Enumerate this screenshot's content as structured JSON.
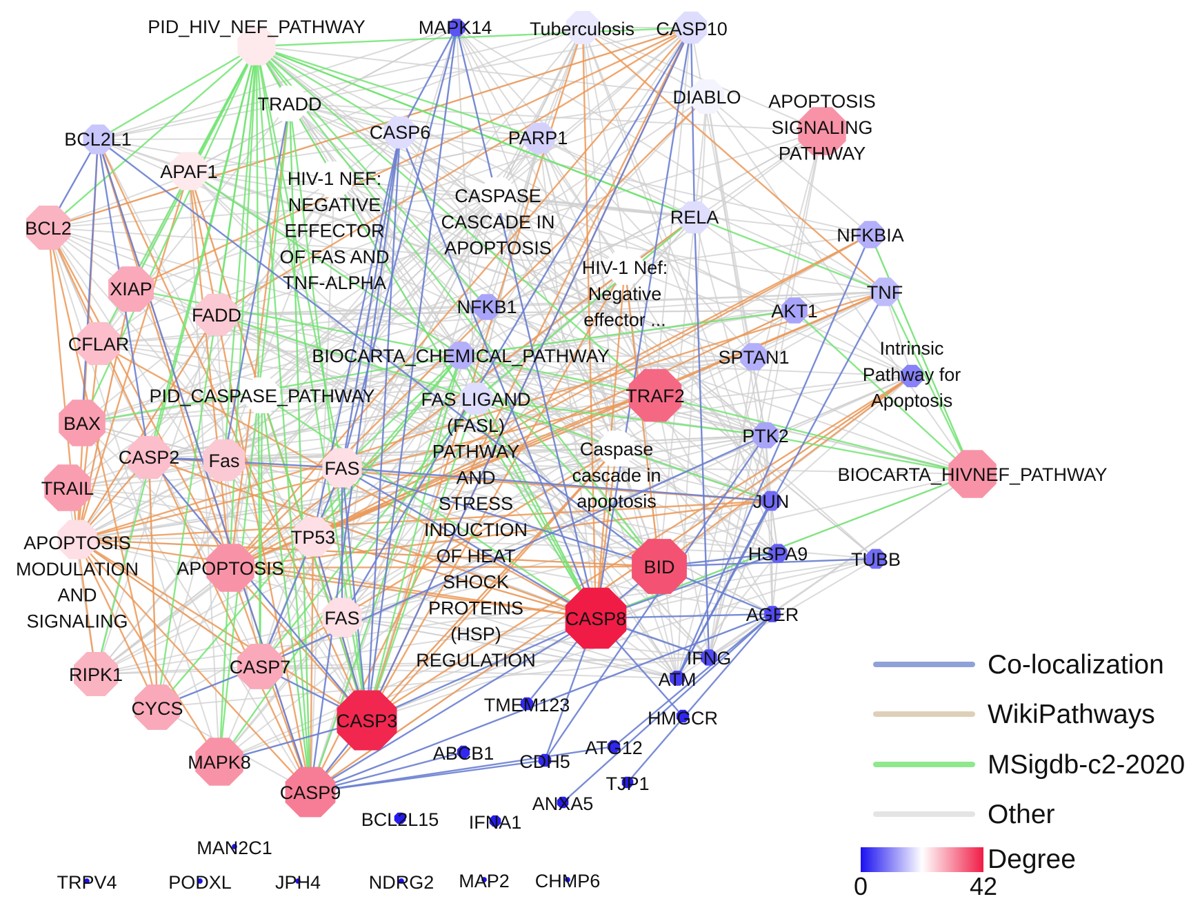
{
  "nodes": [
    {
      "id": "pid_hiv_nef",
      "label": [
        "PID_HIV_NEF_PATHWAY"
      ],
      "degree": 23
    },
    {
      "id": "mapk14",
      "label": [
        "MAPK14"
      ],
      "degree": 6
    },
    {
      "id": "tuberculosis",
      "label": [
        "Tuberculosis"
      ],
      "degree": 19
    },
    {
      "id": "casp10",
      "label": [
        "CASP10"
      ],
      "degree": 18
    },
    {
      "id": "tradd",
      "label": [
        "TRADD"
      ],
      "degree": 21
    },
    {
      "id": "casp6",
      "label": [
        "CASP6"
      ],
      "degree": 18
    },
    {
      "id": "parp1",
      "label": [
        "PARP1"
      ],
      "degree": 17
    },
    {
      "id": "diablo",
      "label": [
        "DIABLO"
      ],
      "degree": 20
    },
    {
      "id": "apoptosis_signaling",
      "label": [
        "APOPTOSIS",
        "SIGNALING",
        "PATHWAY"
      ],
      "degree": 31
    },
    {
      "id": "bcl2l1",
      "label": [
        "BCL2L1"
      ],
      "degree": 16
    },
    {
      "id": "apaf1",
      "label": [
        "APAF1"
      ],
      "degree": 23
    },
    {
      "id": "hiv1_nef_upper",
      "label": [
        "HIV-1 NEF:",
        "NEGATIVE",
        "EFFECTOR",
        "OF FAS AND",
        "TNF-ALPHA"
      ],
      "degree": 21
    },
    {
      "id": "caspase_cascade_upper",
      "label": [
        "CASPASE",
        "CASCADE IN",
        "APOPTOSIS"
      ],
      "degree": 21
    },
    {
      "id": "rela",
      "label": [
        "RELA"
      ],
      "degree": 18
    },
    {
      "id": "nfkbia",
      "label": [
        "NFKBIA"
      ],
      "degree": 14
    },
    {
      "id": "bcl2",
      "label": [
        "BCL2"
      ],
      "degree": 28
    },
    {
      "id": "hiv1_nef_lower",
      "label": [
        "HIV-1 Nef:",
        "Negative",
        "effector ..."
      ],
      "degree": 21
    },
    {
      "id": "xiap",
      "label": [
        "XIAP"
      ],
      "degree": 29
    },
    {
      "id": "fadd",
      "label": [
        "FADD"
      ],
      "degree": 26
    },
    {
      "id": "nfkb1",
      "label": [
        "NFKB1"
      ],
      "degree": 13
    },
    {
      "id": "akt1",
      "label": [
        "AKT1"
      ],
      "degree": 13
    },
    {
      "id": "tnf",
      "label": [
        "TNF"
      ],
      "degree": 15
    },
    {
      "id": "cflar",
      "label": [
        "CFLAR"
      ],
      "degree": 27
    },
    {
      "id": "biocarta_chemical",
      "label": [
        "BIOCARTA_CHEMICAL_PATHWAY"
      ],
      "degree": 14
    },
    {
      "id": "sptan1",
      "label": [
        "SPTAN1"
      ],
      "degree": 14
    },
    {
      "id": "intrinsic",
      "label": [
        "Intrinsic",
        "Pathway for",
        "Apoptosis"
      ],
      "degree": 10
    },
    {
      "id": "pid_caspase",
      "label": [
        "PID_CASPASE_PATHWAY"
      ],
      "degree": 21
    },
    {
      "id": "fas_ligand",
      "label": [
        "FAS LIGAND",
        "(FASL)",
        "PATHWAY",
        "AND",
        "STRESS",
        "INDUCTION",
        "OF HEAT",
        "SHOCK",
        "PROTEINS",
        "(HSP)",
        "REGULATION"
      ],
      "degree": 18
    },
    {
      "id": "traf2",
      "label": [
        "TRAF2"
      ],
      "degree": 35
    },
    {
      "id": "bax",
      "label": [
        "BAX"
      ],
      "degree": 30
    },
    {
      "id": "casp2",
      "label": [
        "CASP2"
      ],
      "degree": 27
    },
    {
      "id": "fas_lower",
      "label": [
        "Fas"
      ],
      "degree": 26
    },
    {
      "id": "fas_a",
      "label": [
        "FAS"
      ],
      "degree": 24
    },
    {
      "id": "caspase_cascade_lower",
      "label": [
        "Caspase",
        "cascade in",
        "apoptosis"
      ],
      "degree": 21
    },
    {
      "id": "ptk2",
      "label": [
        "PTK2"
      ],
      "degree": 13
    },
    {
      "id": "biocarta_hivnef",
      "label": [
        "BIOCARTA_HIVNEF_PATHWAY"
      ],
      "degree": 31
    },
    {
      "id": "trail",
      "label": [
        "TRAIL"
      ],
      "degree": 30
    },
    {
      "id": "jun",
      "label": [
        "JUN"
      ],
      "degree": 8
    },
    {
      "id": "tp53",
      "label": [
        "TP53"
      ],
      "degree": 24
    },
    {
      "id": "apoptosis_modulation",
      "label": [
        "APOPTOSIS",
        "MODULATION",
        "AND",
        "SIGNALING"
      ],
      "degree": 24
    },
    {
      "id": "apoptosis",
      "label": [
        "APOPTOSIS"
      ],
      "degree": 31
    },
    {
      "id": "bid",
      "label": [
        "BID"
      ],
      "degree": 37
    },
    {
      "id": "hspa9",
      "label": [
        "HSPA9"
      ],
      "degree": 7
    },
    {
      "id": "tubb",
      "label": [
        "TUBB"
      ],
      "degree": 8
    },
    {
      "id": "fas_b",
      "label": [
        "FAS"
      ],
      "degree": 24
    },
    {
      "id": "casp8",
      "label": [
        "CASP8"
      ],
      "degree": 42
    },
    {
      "id": "ager",
      "label": [
        "AGER"
      ],
      "degree": 5
    },
    {
      "id": "ifng",
      "label": [
        "IFNG"
      ],
      "degree": 5
    },
    {
      "id": "ripk1",
      "label": [
        "RIPK1"
      ],
      "degree": 28
    },
    {
      "id": "casp7",
      "label": [
        "CASP7"
      ],
      "degree": 29
    },
    {
      "id": "atm",
      "label": [
        "ATM"
      ],
      "degree": 4
    },
    {
      "id": "cycs",
      "label": [
        "CYCS"
      ],
      "degree": 29
    },
    {
      "id": "tmem123",
      "label": [
        "TMEM123"
      ],
      "degree": 2
    },
    {
      "id": "hmgcr",
      "label": [
        "HMGCR"
      ],
      "degree": 2
    },
    {
      "id": "casp3",
      "label": [
        "CASP3"
      ],
      "degree": 41
    },
    {
      "id": "atg12",
      "label": [
        "ATG12"
      ],
      "degree": 2
    },
    {
      "id": "abcb1",
      "label": [
        "ABCB1"
      ],
      "degree": 2
    },
    {
      "id": "cdh5",
      "label": [
        "CDH5"
      ],
      "degree": 2
    },
    {
      "id": "mapk8",
      "label": [
        "MAPK8"
      ],
      "degree": 31
    },
    {
      "id": "tjp1",
      "label": [
        "TJP1"
      ],
      "degree": 1
    },
    {
      "id": "casp9",
      "label": [
        "CASP9"
      ],
      "degree": 33
    },
    {
      "id": "anxa5",
      "label": [
        "ANXA5"
      ],
      "degree": 1
    },
    {
      "id": "bcl2l15",
      "label": [
        "BCL2L15"
      ],
      "degree": 1
    },
    {
      "id": "ifna1",
      "label": [
        "IFNA1"
      ],
      "degree": 1
    },
    {
      "id": "man2c1",
      "label": [
        "MAN2C1"
      ],
      "degree": 0
    },
    {
      "id": "trpv4",
      "label": [
        "TRPV4"
      ],
      "degree": 0
    },
    {
      "id": "podxl",
      "label": [
        "PODXL"
      ],
      "degree": 0
    },
    {
      "id": "jph4",
      "label": [
        "JPH4"
      ],
      "degree": 0
    },
    {
      "id": "ndrg2",
      "label": [
        "NDRG2"
      ],
      "degree": 0
    },
    {
      "id": "map2",
      "label": [
        "MAP2"
      ],
      "degree": 0
    },
    {
      "id": "chmp6",
      "label": [
        "CHMP6"
      ],
      "degree": 0
    }
  ],
  "edge_types": [
    {
      "key": "colocalization",
      "label": "Co-localization",
      "color": "#8fa2d8"
    },
    {
      "key": "wikipathways",
      "label": "WikiPathways",
      "color": "#ded0b8"
    },
    {
      "key": "msigdb",
      "label": "MSigdb-c2-2020",
      "color": "#8ee88e"
    },
    {
      "key": "other",
      "label": "Other",
      "color": "#e4e4e4"
    }
  ],
  "edge_render_colors": {
    "colocalization": "#6a80d2",
    "wikipathways": "#ec9856",
    "msigdb": "#72e472",
    "other": "#cfcfcf"
  },
  "degree_scale": {
    "title": "Degree",
    "min": 0,
    "max": 42,
    "min_label": "0",
    "max_label": "42",
    "colors": [
      "#1a10f0",
      "#ffffff",
      "#f01c46"
    ]
  },
  "edges": {
    "msigdb": [
      [
        "pid_hiv_nef",
        "tradd"
      ],
      [
        "pid_hiv_nef",
        "casp6"
      ],
      [
        "pid_hiv_nef",
        "parp1"
      ],
      [
        "pid_hiv_nef",
        "casp10"
      ],
      [
        "pid_hiv_nef",
        "apaf1"
      ],
      [
        "pid_hiv_nef",
        "bcl2l1"
      ],
      [
        "pid_hiv_nef",
        "bcl2"
      ],
      [
        "pid_hiv_nef",
        "xiap"
      ],
      [
        "pid_hiv_nef",
        "fadd"
      ],
      [
        "pid_hiv_nef",
        "cflar"
      ],
      [
        "pid_hiv_nef",
        "bax"
      ],
      [
        "pid_hiv_nef",
        "casp2"
      ],
      [
        "pid_hiv_nef",
        "fas_lower"
      ],
      [
        "pid_hiv_nef",
        "fas_a"
      ],
      [
        "pid_hiv_nef",
        "casp7"
      ],
      [
        "pid_hiv_nef",
        "casp3"
      ],
      [
        "pid_hiv_nef",
        "casp9"
      ],
      [
        "pid_hiv_nef",
        "casp8"
      ],
      [
        "pid_hiv_nef",
        "bid"
      ],
      [
        "pid_hiv_nef",
        "traf2"
      ],
      [
        "pid_hiv_nef",
        "ripk1"
      ],
      [
        "pid_hiv_nef",
        "nfkb1"
      ],
      [
        "pid_hiv_nef",
        "tnf"
      ],
      [
        "pid_hiv_nef",
        "mapk8"
      ],
      [
        "pid_hiv_nef",
        "cycs"
      ],
      [
        "pid_hiv_nef",
        "rela"
      ],
      [
        "biocarta_chemical",
        "casp3"
      ],
      [
        "biocarta_chemical",
        "casp8"
      ],
      [
        "biocarta_chemical",
        "bid"
      ],
      [
        "biocarta_chemical",
        "traf2"
      ],
      [
        "biocarta_chemical",
        "akt1"
      ],
      [
        "biocarta_chemical",
        "casp9"
      ],
      [
        "biocarta_chemical",
        "cycs"
      ],
      [
        "biocarta_chemical",
        "apaf1"
      ],
      [
        "biocarta_chemical",
        "xiap"
      ],
      [
        "biocarta_chemical",
        "bax"
      ],
      [
        "biocarta_chemical",
        "tp53"
      ],
      [
        "biocarta_chemical",
        "fas_a"
      ],
      [
        "fas_ligand",
        "casp3"
      ],
      [
        "fas_ligand",
        "casp8"
      ],
      [
        "fas_ligand",
        "casp7"
      ],
      [
        "fas_ligand",
        "ptk2"
      ],
      [
        "fas_ligand",
        "jun"
      ],
      [
        "fas_ligand",
        "fadd"
      ],
      [
        "fas_ligand",
        "rela"
      ],
      [
        "fas_ligand",
        "mapk8"
      ],
      [
        "pid_caspase",
        "casp3"
      ],
      [
        "pid_caspase",
        "casp7"
      ],
      [
        "pid_caspase",
        "casp9"
      ],
      [
        "pid_caspase",
        "casp8"
      ],
      [
        "biocarta_hivnef",
        "tnf"
      ],
      [
        "biocarta_hivnef",
        "nfkbia"
      ],
      [
        "biocarta_hivnef",
        "akt1"
      ],
      [
        "biocarta_hivnef",
        "casp8"
      ],
      [
        "biocarta_hivnef",
        "traf2"
      ],
      [
        "biocarta_hivnef",
        "ptk2"
      ],
      [
        "tradd",
        "casp3"
      ],
      [
        "tradd",
        "casp9"
      ],
      [
        "tradd",
        "mapk8"
      ]
    ],
    "wikipathways": [
      [
        "apoptosis_modulation",
        "bcl2"
      ],
      [
        "apoptosis_modulation",
        "bcl2l1"
      ],
      [
        "apoptosis_modulation",
        "xiap"
      ],
      [
        "apoptosis_modulation",
        "casp2"
      ],
      [
        "apoptosis_modulation",
        "casp3"
      ],
      [
        "apoptosis_modulation",
        "casp7"
      ],
      [
        "apoptosis_modulation",
        "casp8"
      ],
      [
        "apoptosis_modulation",
        "casp9"
      ],
      [
        "apoptosis_modulation",
        "bid"
      ],
      [
        "apoptosis_modulation",
        "traf2"
      ],
      [
        "apoptosis_modulation",
        "jun"
      ],
      [
        "apoptosis_modulation",
        "tnf"
      ],
      [
        "apoptosis_modulation",
        "mapk8"
      ],
      [
        "apoptosis_modulation",
        "ripk1"
      ],
      [
        "apoptosis_modulation",
        "cycs"
      ],
      [
        "apoptosis_modulation",
        "cflar"
      ],
      [
        "apoptosis_modulation",
        "fadd"
      ],
      [
        "apoptosis_modulation",
        "apaf1"
      ],
      [
        "apoptosis",
        "bcl2"
      ],
      [
        "apoptosis",
        "casp3"
      ],
      [
        "apoptosis",
        "casp8"
      ],
      [
        "apoptosis",
        "casp9"
      ],
      [
        "apoptosis",
        "bid"
      ],
      [
        "apoptosis",
        "traf2"
      ],
      [
        "apoptosis",
        "jun"
      ],
      [
        "apoptosis",
        "nfkbia"
      ],
      [
        "apoptosis",
        "tnf"
      ],
      [
        "apoptosis",
        "rela"
      ],
      [
        "apoptosis",
        "casp10"
      ],
      [
        "apoptosis",
        "diablo"
      ],
      [
        "apoptosis",
        "tradd"
      ],
      [
        "apoptosis",
        "apaf1"
      ],
      [
        "apoptosis",
        "bcl2l1"
      ],
      [
        "caspase_cascade_lower",
        "casp3"
      ],
      [
        "caspase_cascade_lower",
        "casp7"
      ],
      [
        "caspase_cascade_lower",
        "casp8"
      ],
      [
        "caspase_cascade_lower",
        "casp9"
      ],
      [
        "hiv1_nef_lower",
        "casp8"
      ],
      [
        "hiv1_nef_lower",
        "bid"
      ],
      [
        "hiv1_nef_lower",
        "casp3"
      ],
      [
        "intrinsic",
        "casp9"
      ],
      [
        "intrinsic",
        "bid"
      ],
      [
        "intrinsic",
        "casp3"
      ],
      [
        "tp53",
        "casp3"
      ],
      [
        "tp53",
        "casp9"
      ],
      [
        "tp53",
        "nfkbia"
      ],
      [
        "tp53",
        "tnf"
      ],
      [
        "tp53",
        "akt1"
      ],
      [
        "tp53",
        "casp8"
      ],
      [
        "casp10",
        "bcl2"
      ],
      [
        "casp10",
        "xiap"
      ],
      [
        "casp10",
        "casp3"
      ],
      [
        "casp10",
        "casp9"
      ],
      [
        "casp10",
        "fadd"
      ],
      [
        "tuberculosis",
        "casp8"
      ],
      [
        "tuberculosis",
        "casp3"
      ],
      [
        "tuberculosis",
        "tnf"
      ],
      [
        "bcl2l1",
        "casp3"
      ],
      [
        "bcl2l1",
        "casp9"
      ],
      [
        "apaf1",
        "casp9"
      ],
      [
        "apaf1",
        "casp3"
      ],
      [
        "casp2",
        "casp8"
      ],
      [
        "casp2",
        "cycs"
      ],
      [
        "casp2",
        "jun"
      ],
      [
        "cflar",
        "casp8"
      ],
      [
        "bcl2",
        "casp9"
      ],
      [
        "bcl2",
        "cycs"
      ]
    ],
    "colocalization": [
      [
        "mapk14",
        "casp3"
      ],
      [
        "mapk14",
        "casp8"
      ],
      [
        "mapk14",
        "casp6"
      ],
      [
        "mapk14",
        "fas_a"
      ],
      [
        "casp10",
        "rela"
      ],
      [
        "casp10",
        "casp8"
      ],
      [
        "casp10",
        "casp3"
      ],
      [
        "casp10",
        "fas_b"
      ],
      [
        "casp6",
        "casp3"
      ],
      [
        "casp6",
        "casp8"
      ],
      [
        "casp6",
        "casp9"
      ],
      [
        "casp6",
        "fas_a"
      ],
      [
        "casp6",
        "tp53"
      ],
      [
        "bcl2l1",
        "bcl2"
      ],
      [
        "bcl2l1",
        "bax"
      ],
      [
        "bcl2l1",
        "bid"
      ],
      [
        "bcl2l1",
        "casp9"
      ],
      [
        "casp8",
        "bid"
      ],
      [
        "casp8",
        "casp3"
      ],
      [
        "casp8",
        "casp9"
      ],
      [
        "casp8",
        "fas_a"
      ],
      [
        "casp8",
        "ager"
      ],
      [
        "casp8",
        "hspa9"
      ],
      [
        "casp8",
        "ifng"
      ],
      [
        "casp8",
        "hmgcr"
      ],
      [
        "casp8",
        "tmem123"
      ],
      [
        "casp8",
        "cdh5"
      ],
      [
        "casp3",
        "casp9"
      ],
      [
        "casp3",
        "casp7"
      ],
      [
        "casp3",
        "fas_a"
      ],
      [
        "casp3",
        "tp53"
      ],
      [
        "casp3",
        "casp2"
      ],
      [
        "casp9",
        "ager"
      ],
      [
        "casp9",
        "cdh5"
      ],
      [
        "casp9",
        "atg12"
      ],
      [
        "casp9",
        "abcb1"
      ],
      [
        "fas_a",
        "bid"
      ],
      [
        "fas_a",
        "jun"
      ],
      [
        "fas_a",
        "fas_b"
      ],
      [
        "fas_a",
        "casp7"
      ],
      [
        "fas_a",
        "casp2"
      ],
      [
        "bid",
        "ager"
      ],
      [
        "bid",
        "hspa9"
      ],
      [
        "bid",
        "tubb"
      ],
      [
        "tnf",
        "atm"
      ],
      [
        "nfkbia",
        "atm"
      ],
      [
        "rela",
        "ifng"
      ],
      [
        "ptk2",
        "cdh5"
      ],
      [
        "ptk2",
        "casp7"
      ],
      [
        "jun",
        "atm"
      ],
      [
        "ager",
        "anxa5"
      ],
      [
        "ager",
        "tjp1"
      ],
      [
        "ager",
        "atg12"
      ],
      [
        "casp7",
        "cycs"
      ],
      [
        "casp2",
        "fas_lower"
      ],
      [
        "tradd",
        "fas_lower"
      ],
      [
        "bcl2l1",
        "casp2"
      ],
      [
        "mapk8",
        "casp3"
      ]
    ]
  },
  "other_edge_seed": 7
}
